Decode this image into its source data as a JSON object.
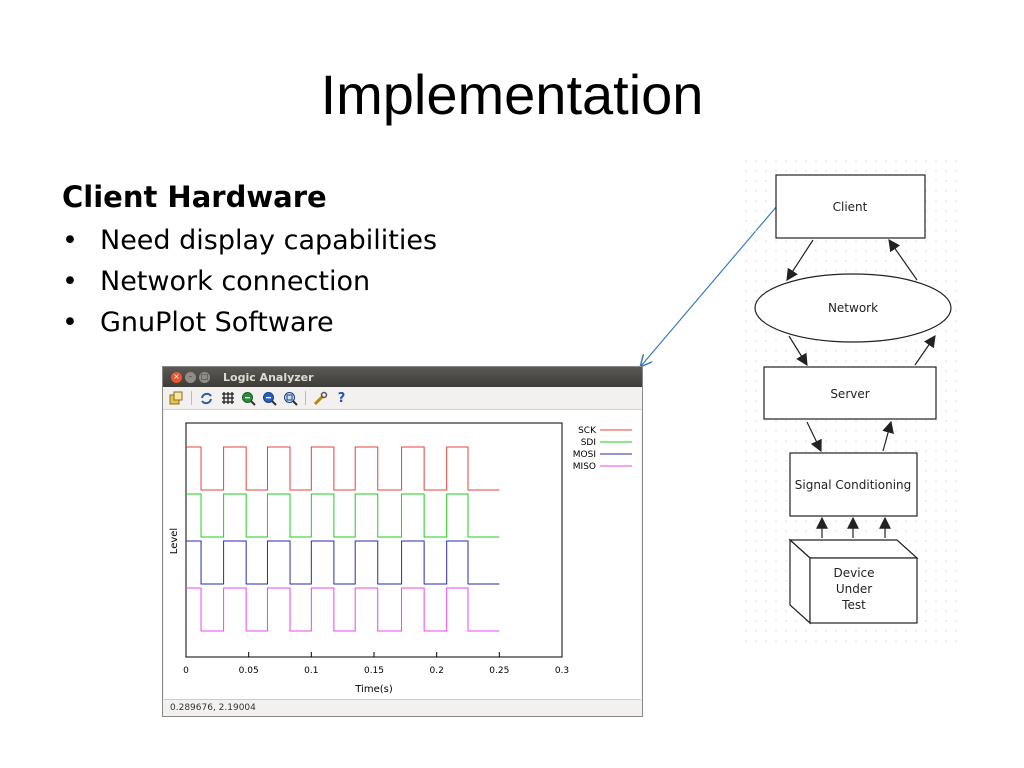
{
  "slide": {
    "title": "Implementation",
    "heading": "Client Hardware",
    "bullets": [
      "Need display capabilities",
      "Network connection",
      "GnuPlot Software"
    ]
  },
  "window": {
    "title": "Logic Analyzer",
    "status_text": "0.289676,  2.19004",
    "toolbar_icons": [
      "export-icon",
      "refresh-icon",
      "grid-icon",
      "zoom-in-icon",
      "zoom-out-icon",
      "zoom-fit-icon",
      "settings-icon",
      "help-icon"
    ]
  },
  "chart_data": {
    "type": "line",
    "xlabel": "Time(s)",
    "ylabel": "Level",
    "xlim": [
      0,
      0.3
    ],
    "x_ticks": [
      "0",
      "0.05",
      "0.1",
      "0.15",
      "0.2",
      "0.25",
      "0.3"
    ],
    "grid": false,
    "legend_position": "top-right",
    "series": [
      {
        "name": "SCK",
        "color": "#e8403a",
        "base": 3,
        "x": [
          0,
          0.012,
          0.03,
          0.048,
          0.065,
          0.083,
          0.1,
          0.118,
          0.135,
          0.153,
          0.172,
          0.19,
          0.208,
          0.225,
          0.24,
          0.25
        ],
        "levels": [
          1,
          0,
          1,
          0,
          1,
          0,
          1,
          0,
          1,
          0,
          1,
          0,
          1,
          0,
          0
        ]
      },
      {
        "name": "SDI",
        "color": "#22cc22",
        "base": 2,
        "x": [
          0,
          0.012,
          0.03,
          0.048,
          0.065,
          0.083,
          0.1,
          0.118,
          0.135,
          0.153,
          0.172,
          0.19,
          0.208,
          0.225,
          0.24,
          0.25
        ],
        "levels": [
          1,
          0,
          1,
          0,
          1,
          0,
          1,
          0,
          1,
          0,
          1,
          0,
          1,
          0,
          0
        ]
      },
      {
        "name": "MOSI",
        "color": "#2a2aaa",
        "base": 1,
        "x": [
          0,
          0.012,
          0.03,
          0.048,
          0.065,
          0.083,
          0.1,
          0.118,
          0.135,
          0.153,
          0.172,
          0.19,
          0.208,
          0.225,
          0.24,
          0.25
        ],
        "levels": [
          1,
          0,
          1,
          0,
          1,
          0,
          1,
          0,
          1,
          0,
          1,
          0,
          1,
          0,
          0
        ]
      },
      {
        "name": "MISO",
        "color": "#ee44ee",
        "base": 0,
        "x": [
          0,
          0.012,
          0.03,
          0.048,
          0.065,
          0.083,
          0.1,
          0.118,
          0.135,
          0.153,
          0.172,
          0.19,
          0.208,
          0.225,
          0.24,
          0.25
        ],
        "levels": [
          1,
          0,
          1,
          0,
          1,
          0,
          1,
          0,
          1,
          0,
          1,
          0,
          1,
          0,
          0
        ]
      }
    ]
  },
  "diagram": {
    "nodes": {
      "client": "Client",
      "network": "Network",
      "server": "Server",
      "signal": "Signal Conditioning",
      "dut": [
        "Device",
        "Under",
        "Test"
      ]
    }
  },
  "colors": {
    "callout_arrow": "#3a7abf",
    "titlebar": "#4a4945"
  }
}
